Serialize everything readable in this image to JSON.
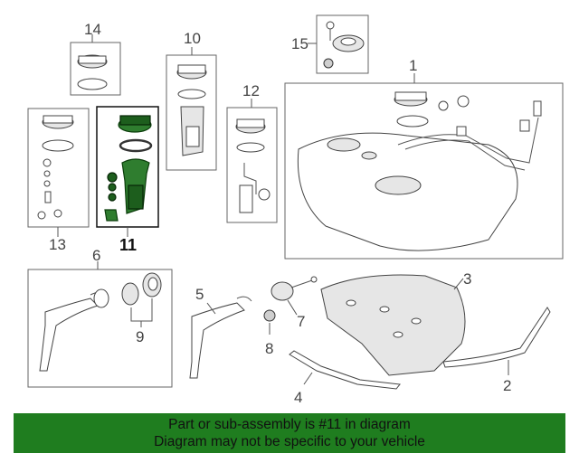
{
  "callouts": {
    "c1": "1",
    "c2": "2",
    "c3": "3",
    "c4": "4",
    "c5": "5",
    "c6": "6",
    "c7": "7",
    "c8": "8",
    "c9": "9",
    "c10": "10",
    "c11": "11",
    "c12": "12",
    "c13": "13",
    "c14": "14",
    "c15": "15"
  },
  "highlight_color": "#2f7d2f",
  "banner": {
    "line1": "Part or sub-assembly is #11 in diagram",
    "line2": "Diagram may not be specific to your vehicle",
    "background": "#1f7d1f"
  }
}
